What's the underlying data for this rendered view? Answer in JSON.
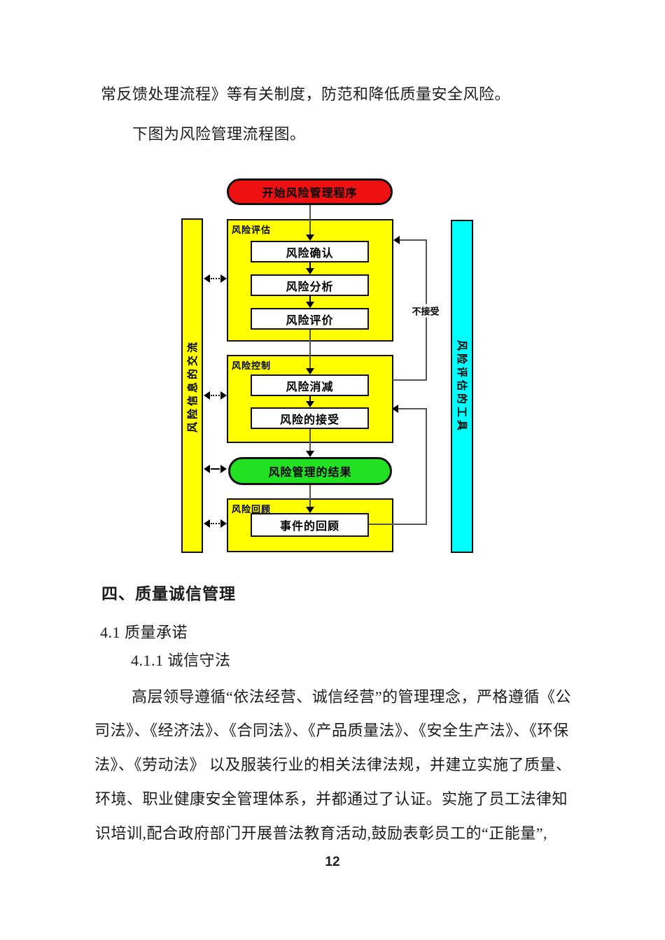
{
  "page": {
    "number": "12"
  },
  "intro": {
    "line1": "常反馈处理流程》等有关制度，防范和降低质量安全风险。",
    "line2": "下图为风险管理流程图。"
  },
  "flowchart": {
    "start": "开始风险管理程序",
    "assess": {
      "label": "风险评估",
      "steps": [
        "风险确认",
        "风险分析",
        "风险评价"
      ]
    },
    "control": {
      "label": "风险控制",
      "steps": [
        "风险消减",
        "风险的接受"
      ]
    },
    "result": "风险管理的结果",
    "review": {
      "label": "风险回顾",
      "steps": [
        "事件的回顾"
      ]
    },
    "left_bar": "风险信息的交流",
    "right_bar": "风险评估的工具",
    "reject_label": "不接受",
    "colors": {
      "start_node": "#ee1111",
      "result_node": "#22e022",
      "group_box": "#ffff00",
      "info_bar": "#ffff00",
      "tools_bar": "#00ffff"
    }
  },
  "sections": {
    "h1": "四、质量诚信管理",
    "h2": "4.1 质量承诺",
    "h3": "4.1.1 诚信守法"
  },
  "paragraph": {
    "lines": [
      "高层领导遵循“依法经营、诚信经营”的管理理念，严格遵循《公",
      "司法》、《经济法》、《合同法》、《产品质量法》、《安全生产法》、《环保",
      "法》、《劳动法》 以及服装行业的相关法律法规，并建立实施了质量、",
      "环境、职业健康安全管理体系，并都通过了认证。实施了员工法律知",
      "识培训,配合政府部门开展普法教育活动,鼓励表彰员工的“正能量”,"
    ]
  }
}
